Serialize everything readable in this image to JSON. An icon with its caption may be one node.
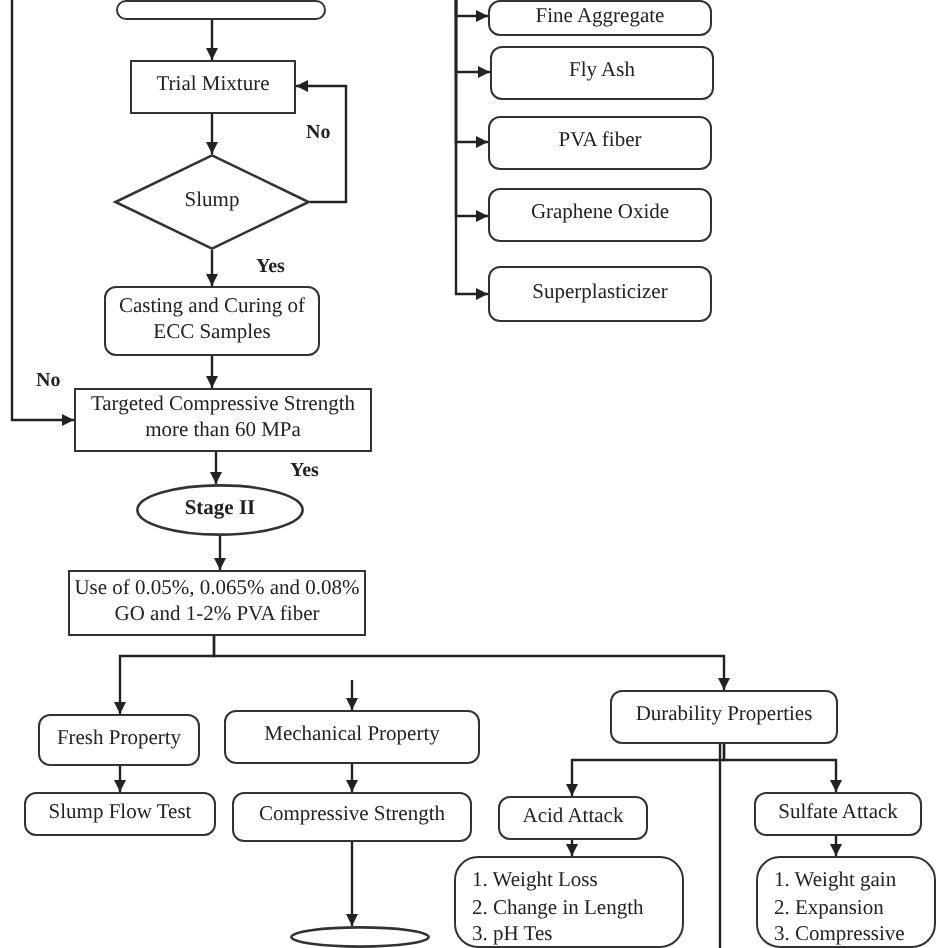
{
  "diagram": {
    "nodes": [
      {
        "text": [],
        "shape": "box"
      },
      {
        "text": [
          "Trial Mixture"
        ]
      },
      {
        "text": [
          "Slump"
        ]
      },
      {
        "text": [
          "Casting and Curing of ECC Samples"
        ]
      },
      {
        "text": [
          "Targeted Compressive Strength more than 60 MPa"
        ]
      },
      {
        "text": [
          "Stage II"
        ]
      },
      {
        "text": [
          "Use of 0.05%, 0.065% and 0.08% GO and 1-2% PVA fiber"
        ]
      },
      {
        "text": [
          "Fine Aggregate"
        ]
      },
      {
        "text": [
          "Fly Ash"
        ]
      },
      {
        "text": [
          "PVA fiber"
        ]
      },
      {
        "text": [
          "Graphene Oxide"
        ]
      },
      {
        "text": [
          "Superplasticizer"
        ]
      },
      {
        "text": [
          "Fresh Property"
        ]
      },
      {
        "text": [
          "Mechanical Property"
        ]
      },
      {
        "text": [
          "Durability Properties"
        ]
      },
      {
        "text": [
          "Slump Flow Test"
        ]
      },
      {
        "text": [
          "Compressive Strength"
        ]
      },
      {
        "text": [
          "Acid Attack"
        ]
      },
      {
        "text": [
          "Sulfate Attack"
        ]
      },
      {
        "text": [
          "1. Weight Loss",
          "2. Change in Length",
          "3. pH Tes"
        ]
      },
      {
        "text": [
          "1. Weight gain",
          "2. Expansion",
          "3. Compressive"
        ]
      },
      {
        "text": [],
        "shape": "ellipse"
      }
    ],
    "edges": [
      {
        "from": 0,
        "to": 1,
        "arrow": "to"
      },
      {
        "from": 1,
        "to": 2,
        "arrow": "to"
      },
      {
        "from": 2,
        "to": 1,
        "arrow": "to",
        "label": "No"
      },
      {
        "from": 2,
        "to": 3,
        "arrow": "to",
        "label": "Yes"
      },
      {
        "from": 3,
        "to": 4,
        "arrow": "to"
      },
      {
        "from": null,
        "to": 4,
        "arrow": "to",
        "label": "No"
      },
      {
        "from": 4,
        "to": 5,
        "arrow": "to",
        "label": "Yes"
      },
      {
        "from": 5,
        "to": 6,
        "arrow": "to"
      },
      {
        "from": 6,
        "to": 12,
        "arrow": "to"
      },
      {
        "from": 6,
        "to": 14,
        "arrow": "to"
      },
      {
        "from": null,
        "to": 13,
        "arrow": "to"
      },
      {
        "from": null,
        "to": 7,
        "arrow": "to"
      },
      {
        "from": null,
        "to": 8,
        "arrow": "to"
      },
      {
        "from": null,
        "to": 9,
        "arrow": "to"
      },
      {
        "from": null,
        "to": 10,
        "arrow": "to"
      },
      {
        "from": null,
        "to": 11,
        "arrow": "to"
      },
      {
        "from": 12,
        "to": 15,
        "arrow": "to"
      },
      {
        "from": 13,
        "to": 16,
        "arrow": "to"
      },
      {
        "from": 16,
        "to": 21,
        "arrow": "to"
      },
      {
        "from": 14,
        "to": 17,
        "arrow": "to"
      },
      {
        "from": 14,
        "to": 18,
        "arrow": "to"
      },
      {
        "from": 17,
        "to": 19,
        "arrow": "to"
      },
      {
        "from": 18,
        "to": 20,
        "arrow": "to"
      },
      {
        "from": 14,
        "to": null,
        "arrow": "none"
      }
    ]
  }
}
